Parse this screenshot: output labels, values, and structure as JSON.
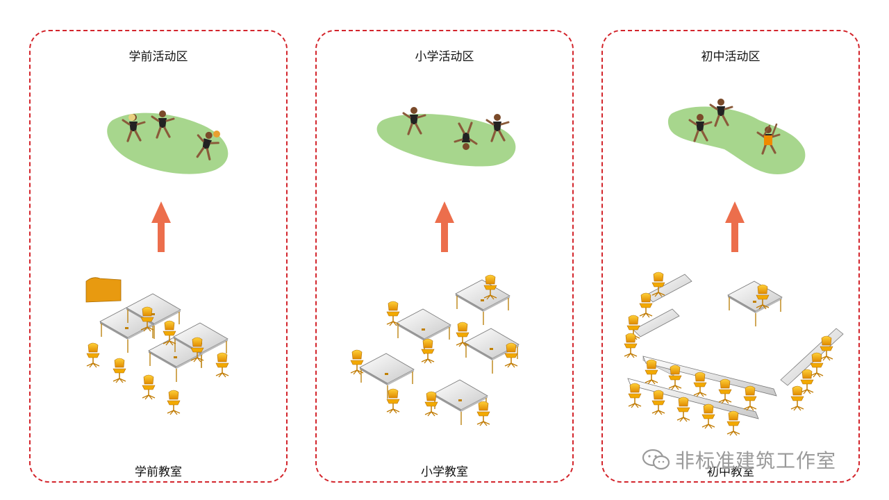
{
  "panels": [
    {
      "title": "学前活动区",
      "caption": "学前教室"
    },
    {
      "title": "小学活动区",
      "caption": "小学教室"
    },
    {
      "title": "初中活动区",
      "caption": "初中教室"
    }
  ],
  "watermark": {
    "text": "非标准建筑工作室",
    "icon": "wechat-icon"
  },
  "colors": {
    "border": "#d3242b",
    "arrow": "#ec6e4c",
    "grass": "#a7d68d",
    "chair": "#f2a900",
    "desk": "#e9e9e9"
  }
}
